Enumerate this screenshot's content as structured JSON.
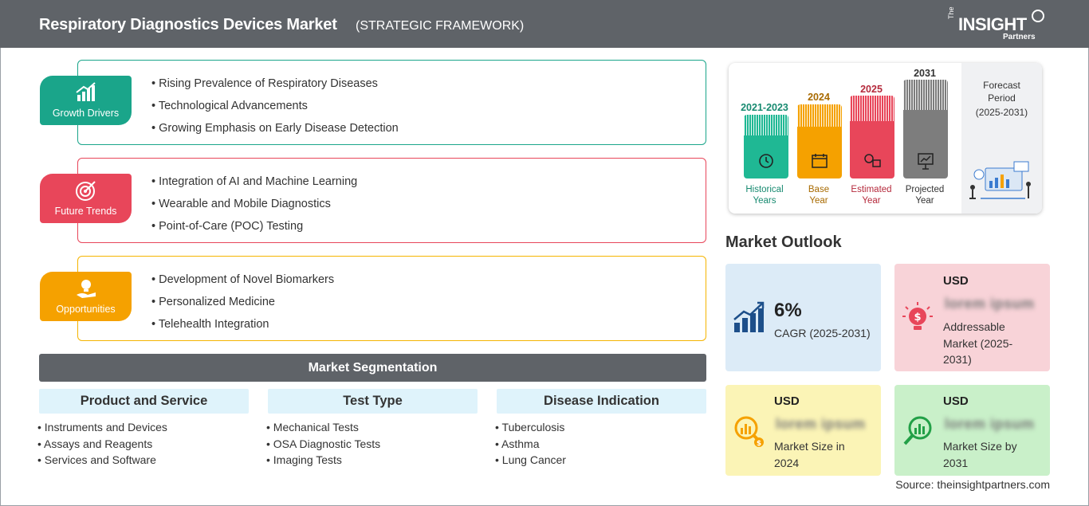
{
  "header": {
    "title": "Respiratory Diagnostics Devices Market",
    "subtitle": "(STRATEGIC FRAMEWORK)",
    "logo": {
      "the": "The",
      "insight": "INSIGHT",
      "partners": "Partners"
    }
  },
  "framework": {
    "growth_drivers": {
      "label": "Growth Drivers",
      "color": "#1aa58a",
      "items": [
        "Rising Prevalence of Respiratory Diseases",
        "Technological Advancements",
        "Growing Emphasis on Early Disease Detection"
      ]
    },
    "future_trends": {
      "label": "Future Trends",
      "color": "#e8465a",
      "items": [
        "Integration of AI and Machine Learning",
        "Wearable and Mobile Diagnostics",
        "Point-of-Care (POC) Testing"
      ]
    },
    "opportunities": {
      "label": "Opportunities",
      "color": "#f5a100",
      "items": [
        "Development of Novel Biomarkers",
        "Personalized Medicine",
        "Telehealth Integration"
      ]
    }
  },
  "segmentation": {
    "title": "Market Segmentation",
    "columns": [
      {
        "heading": "Product and Service",
        "items": [
          "Instruments and Devices",
          "Assays and Reagents",
          "Services and Software"
        ]
      },
      {
        "heading": "Test Type",
        "items": [
          "Mechanical Tests",
          "OSA Diagnostic Tests",
          "Imaging Tests"
        ]
      },
      {
        "heading": "Disease Indication",
        "items": [
          "Tuberculosis",
          "Asthma",
          "Lung Cancer"
        ]
      }
    ]
  },
  "timeline": {
    "periods": [
      {
        "year": "2021-2023",
        "caption_line1": "Historical",
        "caption_line2": "Years",
        "color": "#1fb894",
        "text_color": "#178a70"
      },
      {
        "year": "2024",
        "caption_line1": "Base",
        "caption_line2": "Year",
        "color": "#f5a100",
        "text_color": "#a86a00"
      },
      {
        "year": "2025",
        "caption_line1": "Estimated",
        "caption_line2": "Year",
        "color": "#e8465a",
        "text_color": "#b52a3c"
      },
      {
        "year": "2031",
        "caption_line1": "Projected",
        "caption_line2": "Year",
        "color": "#7d7d7d",
        "text_color": "#333333"
      }
    ],
    "forecast": {
      "line1": "Forecast",
      "line2": "Period",
      "line3": "(2025-2031)"
    }
  },
  "outlook": {
    "title": "Market Outlook",
    "cagr": {
      "value": "6%",
      "label": "CAGR (2025-2031)",
      "bg": "#dcebf7"
    },
    "addressable": {
      "currency": "USD",
      "blurred": "lorem ipsum",
      "label_line1": "Addressable",
      "label_line2": "Market (2025-",
      "label_line3": "2031)",
      "bg": "#f8d3d8"
    },
    "size_2024": {
      "currency": "USD",
      "blurred": "lorem ipsum",
      "label_line1": "Market Size in",
      "label_line2": "2024",
      "bg": "#fbf4b6"
    },
    "size_2031": {
      "currency": "USD",
      "blurred": "lorem ipsum",
      "label_line1": "Market Size by",
      "label_line2": "2031",
      "bg": "#c9f0c9"
    }
  },
  "source": "Source: theinsightpartners.com"
}
